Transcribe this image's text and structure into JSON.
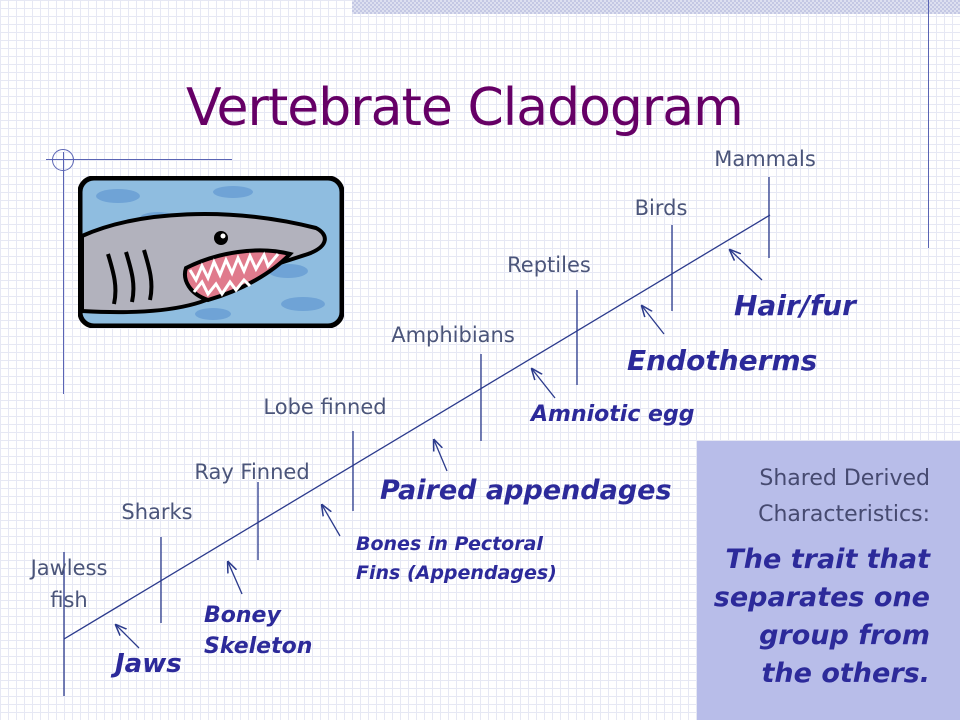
{
  "title": "Vertebrate Cladogram",
  "groups": [
    {
      "lines": [
        "Jawless",
        "fish"
      ]
    },
    {
      "lines": [
        "Sharks"
      ]
    },
    {
      "lines": [
        "Ray Finned"
      ]
    },
    {
      "lines": [
        "Lobe finned"
      ]
    },
    {
      "lines": [
        "Amphibians"
      ]
    },
    {
      "lines": [
        "Reptiles"
      ]
    },
    {
      "lines": [
        "Birds"
      ]
    },
    {
      "lines": [
        "Mammals"
      ]
    }
  ],
  "traits": [
    {
      "lines": [
        "Jaws"
      ]
    },
    {
      "lines": [
        "Boney",
        "Skeleton"
      ]
    },
    {
      "lines": [
        "Bones in Pectoral",
        "Fins (Appendages)"
      ]
    },
    {
      "lines": [
        "Paired appendages"
      ]
    },
    {
      "lines": [
        "Amniotic egg"
      ]
    },
    {
      "lines": [
        "Endotherms"
      ]
    },
    {
      "lines": [
        "Hair/fur"
      ]
    }
  ],
  "note": {
    "heading_lines": [
      "Shared Derived",
      "Characteristics:"
    ],
    "body_lines": [
      "The trait that",
      "separates one",
      "group from",
      "the others."
    ]
  },
  "colors": {
    "title": "#660066",
    "group_text": "#4b557a",
    "trait_text": "#2c2a9a",
    "lines": "#2b3a8c",
    "note_box": "#b8bde9"
  },
  "image": {
    "icon": "shark-icon"
  }
}
